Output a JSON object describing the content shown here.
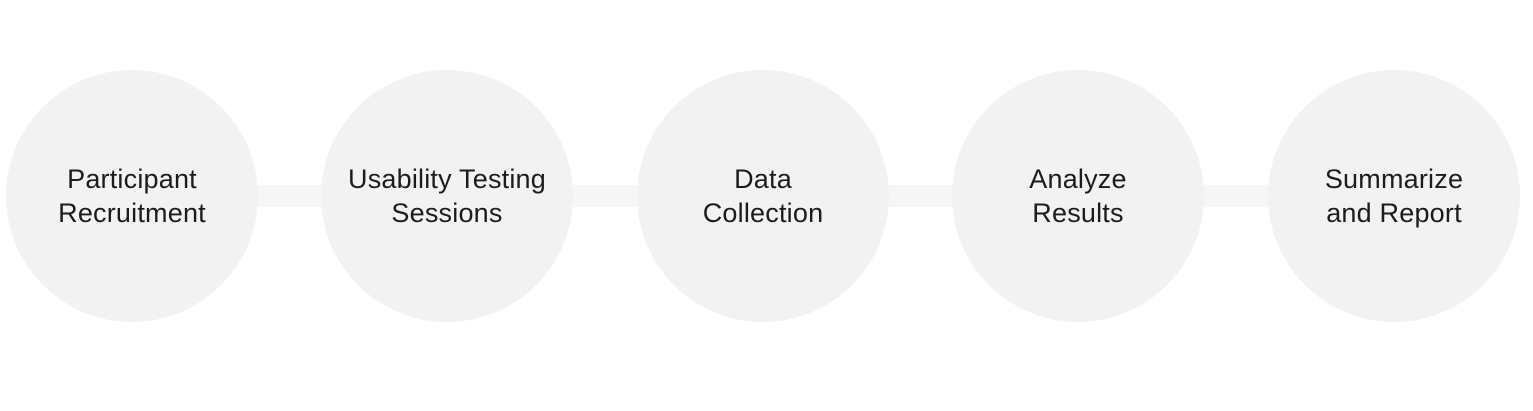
{
  "diagram": {
    "type": "process-flow",
    "orientation": "horizontal",
    "steps": [
      {
        "index": 1,
        "label": "Participant Recruitment",
        "line1": "Participant",
        "line2": "Recruitment"
      },
      {
        "index": 2,
        "label": "Usability Testing Sessions",
        "line1": "Usability Testing",
        "line2": "Sessions"
      },
      {
        "index": 3,
        "label": "Data Collection",
        "line1": "Data",
        "line2": "Collection"
      },
      {
        "index": 4,
        "label": "Analyze Results",
        "line1": "Analyze",
        "line2": "Results"
      },
      {
        "index": 5,
        "label": "Summarize and Report",
        "line1": "Summarize",
        "line2": "and Report"
      }
    ],
    "colors": {
      "background": "#ffffff",
      "circle_fill": "#f2f2f2",
      "connector_fill": "#f6f6f6",
      "text": "#1c1c1c"
    }
  }
}
